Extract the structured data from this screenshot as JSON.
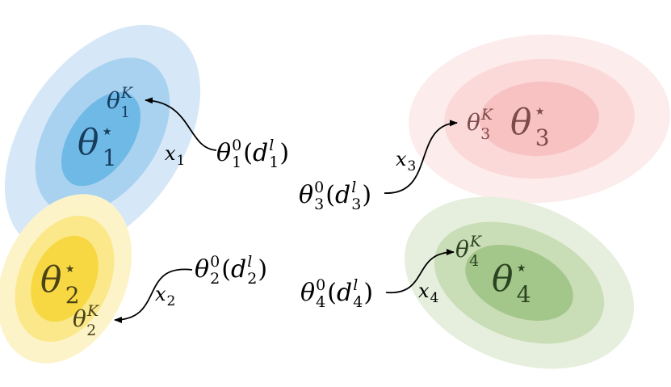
{
  "clusters": [
    {
      "id": 1,
      "colors": {
        "outer": "#d6e8f7",
        "middle": "#a9d2f0",
        "inner": "#6fb9e6",
        "text": "#173c5c"
      },
      "optimum": {
        "symbol": "θ",
        "sup": "⋆",
        "sub": "1"
      },
      "estimate": {
        "symbol": "θ",
        "sup": "K",
        "sub": "1"
      },
      "init": {
        "symbol": "θ",
        "sup": "0",
        "sub": "1",
        "arg": "d",
        "arg_sup": "l",
        "arg_sub": "1"
      },
      "edge": {
        "symbol": "x",
        "sub": "1"
      }
    },
    {
      "id": 2,
      "colors": {
        "outer": "#fdf3c8",
        "middle": "#fbe88a",
        "inner": "#f7d843",
        "text": "#4a4217"
      },
      "optimum": {
        "symbol": "θ",
        "sup": "⋆",
        "sub": "2"
      },
      "estimate": {
        "symbol": "θ",
        "sup": "K",
        "sub": "2"
      },
      "init": {
        "symbol": "θ",
        "sup": "0",
        "sub": "2",
        "arg": "d",
        "arg_sup": "l",
        "arg_sub": "2"
      },
      "edge": {
        "symbol": "x",
        "sub": "2"
      }
    },
    {
      "id": 3,
      "colors": {
        "outer": "#fdecec",
        "middle": "#fbd9d9",
        "inner": "#f8c2c2",
        "text": "#7d4a4a"
      },
      "optimum": {
        "symbol": "θ",
        "sup": "⋆",
        "sub": "3"
      },
      "estimate": {
        "symbol": "θ",
        "sup": "K",
        "sub": "3"
      },
      "init": {
        "symbol": "θ",
        "sup": "0",
        "sub": "3",
        "arg": "d",
        "arg_sup": "l",
        "arg_sub": "3"
      },
      "edge": {
        "symbol": "x",
        "sub": "3"
      }
    },
    {
      "id": 4,
      "colors": {
        "outer": "#e6efdd",
        "middle": "#c9ddb6",
        "inner": "#a3c68a",
        "text": "#2a4320"
      },
      "optimum": {
        "symbol": "θ",
        "sup": "⋆",
        "sub": "4"
      },
      "estimate": {
        "symbol": "θ",
        "sup": "K",
        "sub": "4"
      },
      "init": {
        "symbol": "θ",
        "sup": "0",
        "sub": "4",
        "arg": "d",
        "arg_sup": "l",
        "arg_sub": "4"
      },
      "edge": {
        "symbol": "x",
        "sub": "4"
      }
    }
  ]
}
